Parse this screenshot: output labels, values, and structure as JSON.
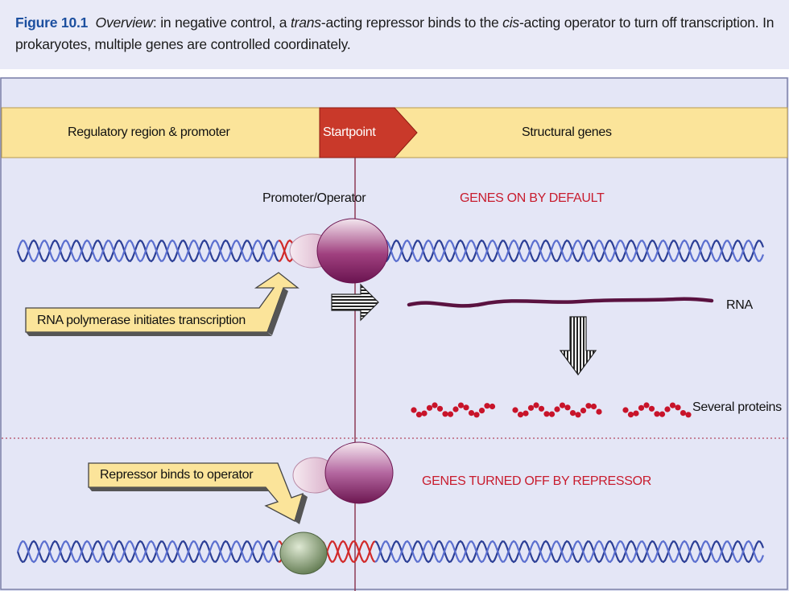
{
  "caption": {
    "figure_label": "Figure 10.1",
    "part1": "Overview",
    "part2": ": in negative control, a ",
    "part3": "trans",
    "part4": "-acting repressor binds to the ",
    "part5": "cis",
    "part6": "-acting operator to turn off transcription. In prokaryotes, multiple genes are controlled coordinately."
  },
  "header": {
    "regulatory": "Regulatory region & promoter",
    "startpoint": "Startpoint",
    "structural": "Structural genes"
  },
  "top_panel": {
    "promoter_operator": "Promoter/Operator",
    "genes_on": "GENES ON BY DEFAULT",
    "polymerase_label": "RNA polymerase initiates transcription",
    "rna_label": "RNA",
    "proteins_label": "Several proteins"
  },
  "bottom_panel": {
    "repressor_label": "Repressor binds to operator",
    "genes_off": "GENES TURNED OFF BY REPRESSOR"
  },
  "colors": {
    "header_band": "#fbe49a",
    "startpoint": "#c9392a",
    "panel": "#e4e6f6",
    "dna_blue": "#2c3f96",
    "dna_red": "#d12a2a",
    "polymerase": "#7b1f5f",
    "repressor": "#7a2060",
    "operator_green": "#6f8a5f",
    "protein_red": "#c8142a",
    "arrow_fill": "#fbe49a"
  }
}
